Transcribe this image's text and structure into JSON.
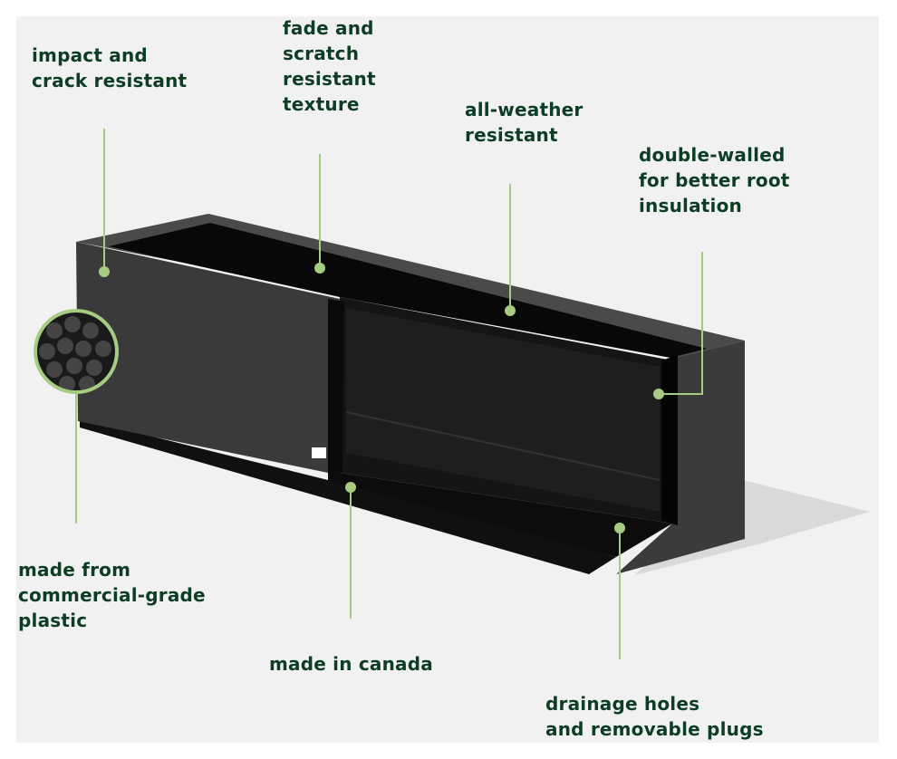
{
  "colors": {
    "accent": "#a6cc82",
    "text": "#0d3d22",
    "background": "#f1f1f1"
  },
  "callouts": [
    {
      "id": "impact",
      "lines": [
        "impact and",
        "crack resistant"
      ]
    },
    {
      "id": "fade",
      "lines": [
        "fade and",
        "scratch",
        "resistant",
        "texture"
      ]
    },
    {
      "id": "weather",
      "lines": [
        "all-weather",
        "resistant"
      ]
    },
    {
      "id": "double",
      "lines": [
        "double-walled",
        "for better root",
        "insulation"
      ]
    },
    {
      "id": "plastic",
      "lines": [
        "made from",
        "commercial-grade",
        "plastic"
      ]
    },
    {
      "id": "canada",
      "lines": [
        "made in canada"
      ]
    },
    {
      "id": "drainage",
      "lines": [
        "drainage holes",
        "and removable plugs"
      ]
    }
  ]
}
